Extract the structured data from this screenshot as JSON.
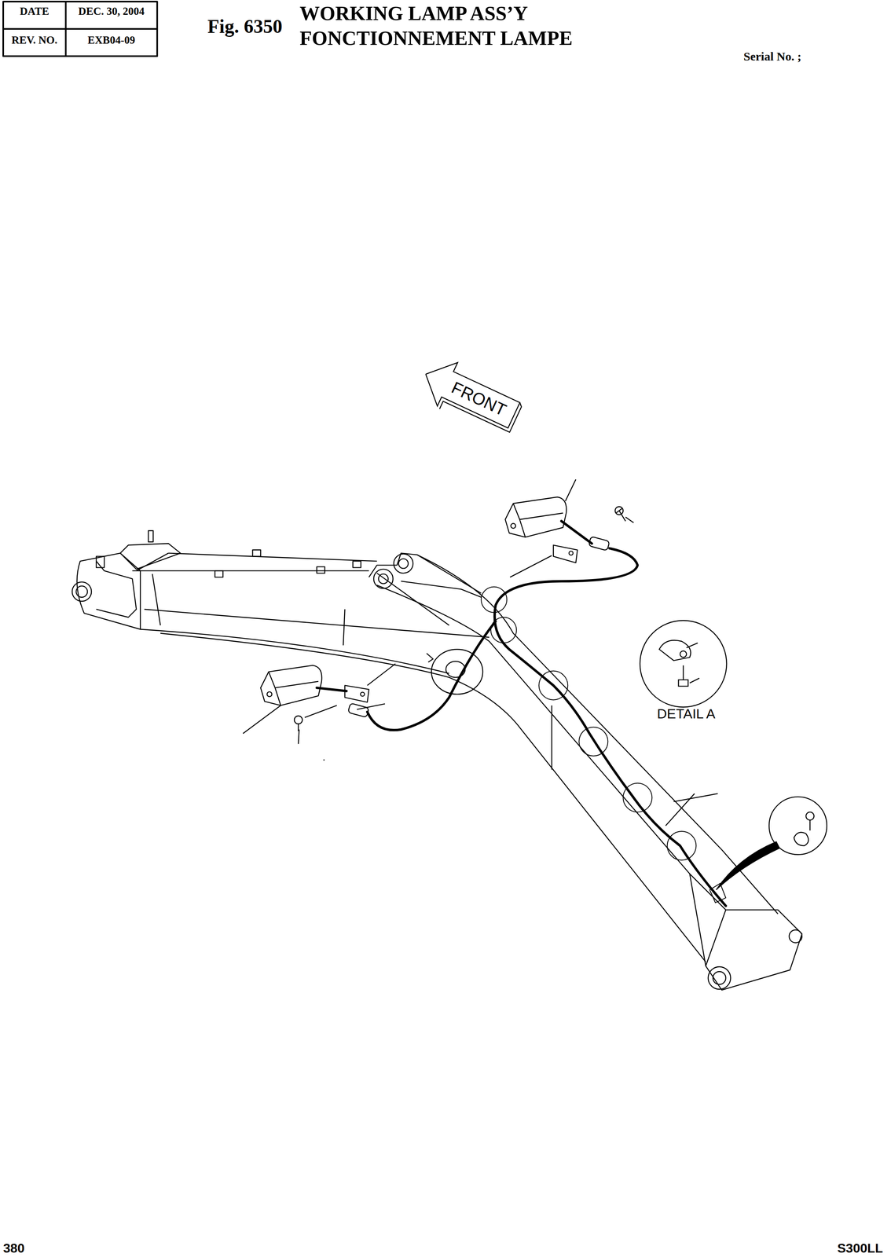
{
  "diagram": {
    "title": "WORKING LAMP ASS’Y",
    "nodes": [
      {
        "text": [
          "FRONT"
        ]
      }
    ],
    "labels": [
      "DATE",
      "DEC. 30, 2004",
      "REV. NO.",
      "EXB04-09",
      "Fig. 6350",
      "FONCTIONNEMENT LAMPE",
      "Serial No. ;",
      "DETAIL A",
      "380",
      "S300LL"
    ]
  }
}
